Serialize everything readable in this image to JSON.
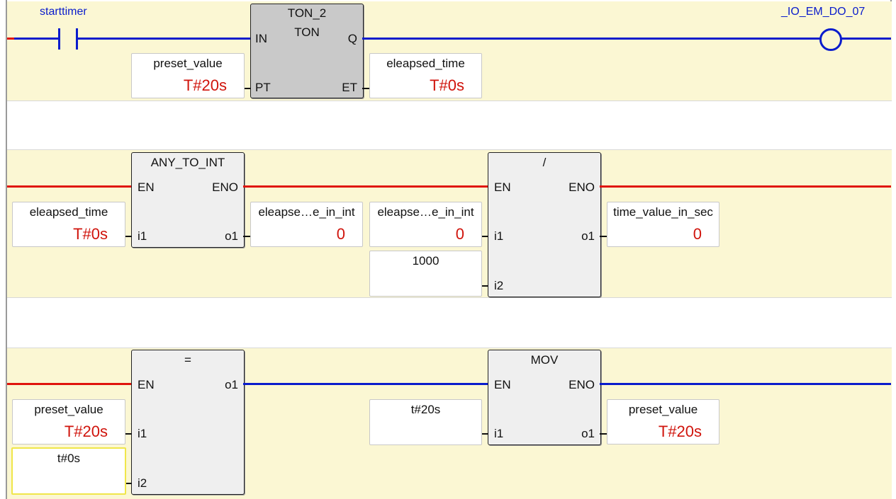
{
  "rung1": {
    "contact_name": "starttimer",
    "coil_name": "_IO_EM_DO_07",
    "ton_block": {
      "instance": "TON_2",
      "type": "TON",
      "in_pin": "IN",
      "q_pin": "Q",
      "pt_pin": "PT",
      "et_pin": "ET"
    },
    "pt_var": {
      "name": "preset_value",
      "value": "T#20s"
    },
    "et_var": {
      "name": "eleapsed_time",
      "value": "T#0s"
    }
  },
  "rung2": {
    "any_to_int": {
      "title": "ANY_TO_INT",
      "en": "EN",
      "eno": "ENO",
      "i1": "i1",
      "o1": "o1"
    },
    "in_var": {
      "name": "eleapsed_time",
      "value": "T#0s"
    },
    "out_var": {
      "name": "eleapse…e_in_int",
      "value": "0"
    },
    "div_block": {
      "title": "/",
      "en": "EN",
      "eno": "ENO",
      "i1": "i1",
      "i2": "i2",
      "o1": "o1"
    },
    "div_in1": {
      "name": "eleapse…e_in_int",
      "value": "0"
    },
    "div_in2": {
      "name": "1000"
    },
    "div_out": {
      "name": "time_value_in_sec",
      "value": "0"
    }
  },
  "rung3": {
    "eq_block": {
      "title": "=",
      "en": "EN",
      "o1": "o1",
      "i1": "i1",
      "i2": "i2"
    },
    "eq_in1": {
      "name": "preset_value",
      "value": "T#20s"
    },
    "eq_in2": {
      "name": "t#0s"
    },
    "mov_block": {
      "title": "MOV",
      "en": "EN",
      "eno": "ENO",
      "i1": "i1",
      "o1": "o1"
    },
    "mov_in": {
      "name": "t#20s"
    },
    "mov_out": {
      "name": "preset_value",
      "value": "T#20s"
    }
  },
  "colors": {
    "powered": "#e0140c",
    "unpowered": "#0a1ccc",
    "rung_bg": "#fbf7d3"
  }
}
